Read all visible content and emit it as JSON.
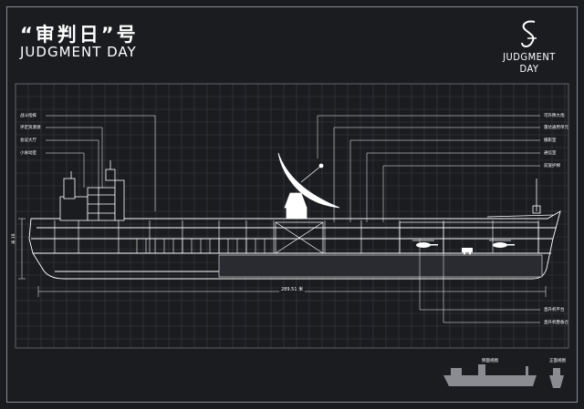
{
  "title": {
    "cn": "“审判日”号",
    "en": "JUDGMENT DAY"
  },
  "logo": {
    "text": "JUDGMENT DAY"
  },
  "callouts_left": [
    "战斗指挥",
    "评定资源源",
    "会议大厅",
    "小食动室"
  ],
  "callouts_right": [
    "可升降大炮",
    "雷达通用单元",
    "摄影室",
    "通信室",
    "前旋护梯"
  ],
  "callouts_bottom_right": [
    "直升机平台",
    "直升机整备仓"
  ],
  "dimension": {
    "length": "289.51 米",
    "height": "米 18"
  },
  "thumbnails": {
    "side_label": "侧面视图",
    "front_label": "正面视图"
  },
  "colors": {
    "background": "#1b1c20",
    "grid": "#3a3c42",
    "line": "#ffffff"
  }
}
